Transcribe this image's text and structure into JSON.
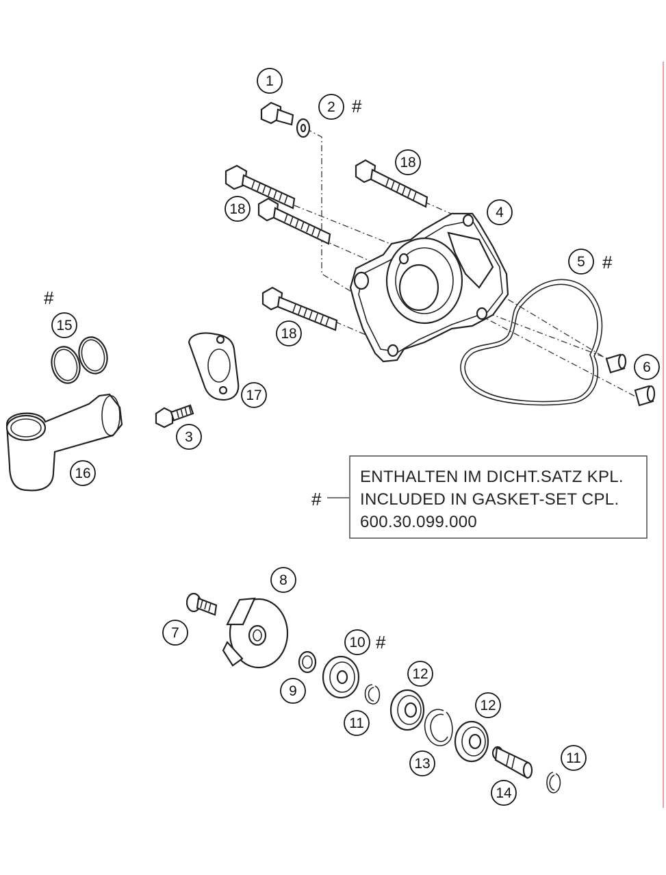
{
  "diagram": {
    "callouts": [
      {
        "id": "c1",
        "label": "1"
      },
      {
        "id": "c2",
        "label": "2"
      },
      {
        "id": "c3",
        "label": "3"
      },
      {
        "id": "c4",
        "label": "4"
      },
      {
        "id": "c5",
        "label": "5"
      },
      {
        "id": "c6",
        "label": "6"
      },
      {
        "id": "c7",
        "label": "7"
      },
      {
        "id": "c8",
        "label": "8"
      },
      {
        "id": "c9",
        "label": "9"
      },
      {
        "id": "c10",
        "label": "10"
      },
      {
        "id": "c11a",
        "label": "11"
      },
      {
        "id": "c11b",
        "label": "11"
      },
      {
        "id": "c12a",
        "label": "12"
      },
      {
        "id": "c12b",
        "label": "12"
      },
      {
        "id": "c13",
        "label": "13"
      },
      {
        "id": "c14",
        "label": "14"
      },
      {
        "id": "c15",
        "label": "15"
      },
      {
        "id": "c16",
        "label": "16"
      },
      {
        "id": "c17",
        "label": "17"
      },
      {
        "id": "c18a",
        "label": "18"
      },
      {
        "id": "c18b",
        "label": "18"
      },
      {
        "id": "c18c",
        "label": "18"
      }
    ],
    "hash_symbol": "#",
    "note": {
      "line1": "ENTHALTEN IM DICHT.SATZ KPL.",
      "line2": "INCLUDED IN GASKET-SET CPL.",
      "line3": "600.30.099.000"
    },
    "colors": {
      "ink": "#222222",
      "frame": "#555555",
      "edge_mark": "#e8a0a8"
    }
  }
}
